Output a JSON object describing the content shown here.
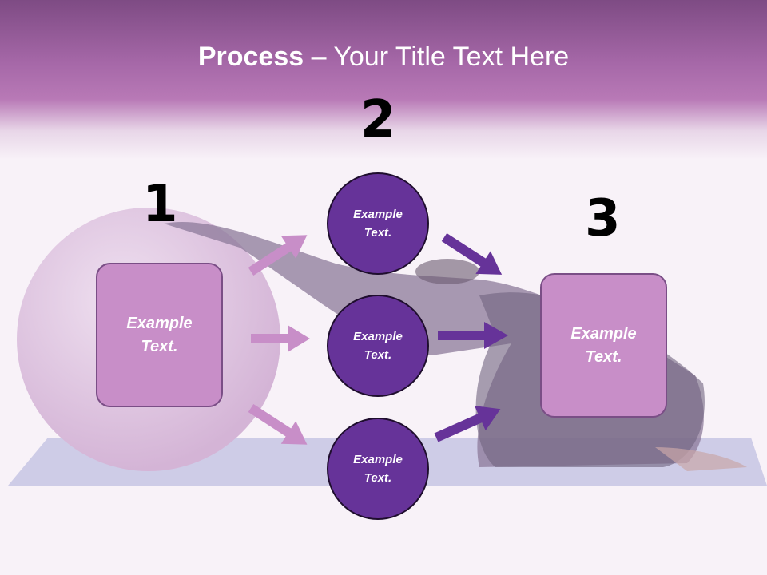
{
  "title": {
    "bold": "Process",
    "rest": " – Your Title Text Here"
  },
  "steps": [
    {
      "number": "1",
      "text_line1": "Example",
      "text_line2": "Text."
    },
    {
      "number": "2",
      "text_line1": "Example",
      "text_line2": "Text."
    },
    {
      "number": "3",
      "text_line1": "Example",
      "text_line2": "Text."
    }
  ],
  "circles": [
    {
      "text_line1": "Example",
      "text_line2": "Text."
    },
    {
      "text_line1": "Example",
      "text_line2": "Text."
    },
    {
      "text_line1": "Example",
      "text_line2": "Text."
    }
  ],
  "colors": {
    "header": "#a668a8",
    "box_fill": "#c88ec8",
    "circle_fill": "#663399",
    "arrow_light": "#c88ec8",
    "arrow_dark": "#663399"
  }
}
